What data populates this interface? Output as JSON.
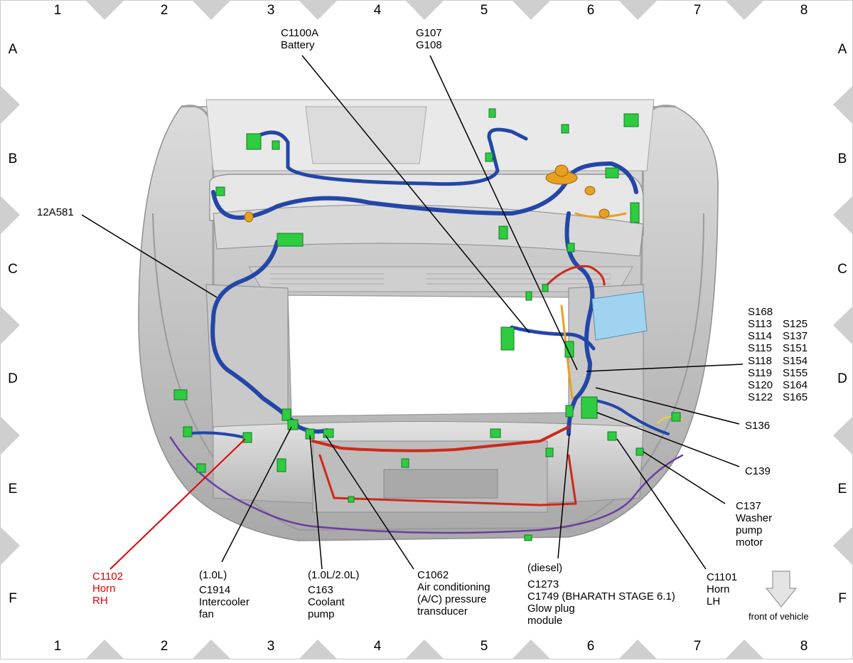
{
  "grid": {
    "columns": [
      "1",
      "2",
      "3",
      "4",
      "5",
      "6",
      "7",
      "8"
    ],
    "rows": [
      "A",
      "B",
      "C",
      "D",
      "E",
      "F"
    ]
  },
  "labels": {
    "battery_code": "C1100A",
    "battery_name": "Battery",
    "ground_1": "G107",
    "ground_2": "G108",
    "harness": "12A581",
    "splice_top": "S168",
    "splice_left": [
      "S113",
      "S114",
      "S115",
      "S118",
      "S119",
      "S120",
      "S122"
    ],
    "splice_right": [
      "S125",
      "S137",
      "S151",
      "S154",
      "S155",
      "S164",
      "S165"
    ],
    "s136": "S136",
    "c139": "C139",
    "c137_code": "C137",
    "c137_l1": "Washer",
    "c137_l2": "pump",
    "c137_l3": "motor",
    "c1102_code": "C1102",
    "c1102_l1": "Horn",
    "c1102_l2": "RH",
    "c1914_note": "(1.0L)",
    "c1914_code": "C1914",
    "c1914_l1": "Intercooler",
    "c1914_l2": "fan",
    "c163_note": "(1.0L/2.0L)",
    "c163_code": "C163",
    "c163_l1": "Coolant",
    "c163_l2": "pump",
    "c1062_code": "C1062",
    "c1062_l1": "Air conditioning",
    "c1062_l2": "(A/C) pressure",
    "c1062_l3": "transducer",
    "diesel_note": "(diesel)",
    "c1273_code": "C1273",
    "c1749_code": "C1749",
    "c1749_note": "(BHARATH STAGE 6.1)",
    "glow_l1": "Glow plug",
    "glow_l2": "module",
    "c1101_code": "C1101",
    "c1101_l1": "Horn",
    "c1101_l2": "LH",
    "front": "front of vehicle"
  },
  "colors": {
    "harness_blue": "#2346a8",
    "harness_red": "#cc2a1a",
    "harness_purple": "#6a3fa0",
    "connector_green": "#2ecc40",
    "grommet_orange": "#e8a020",
    "module_blue": "#9fd3f0",
    "body_gray": "#c8c8c8",
    "leader_red": "#e00000"
  }
}
